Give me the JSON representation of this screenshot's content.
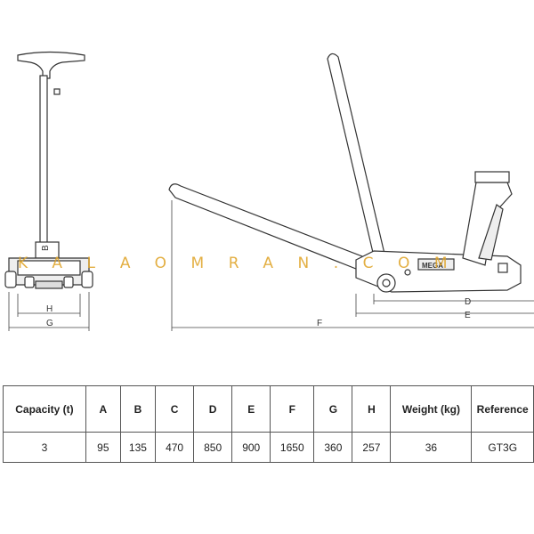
{
  "drawing": {
    "dimension_labels": {
      "front_b": "B",
      "front_h": "H",
      "front_g": "G",
      "side_d": "D",
      "side_e": "E",
      "side_f": "F"
    },
    "jack_brand_plate": "MEGA"
  },
  "watermark": {
    "text": "KALAOMRAN.COM"
  },
  "table": {
    "headers": [
      "Capacity (t)",
      "A",
      "B",
      "C",
      "D",
      "E",
      "F",
      "G",
      "H",
      "Weight (kg)",
      "Reference"
    ],
    "rows": [
      [
        "3",
        "95",
        "135",
        "470",
        "850",
        "900",
        "1650",
        "360",
        "257",
        "36",
        "GT3G"
      ]
    ]
  }
}
